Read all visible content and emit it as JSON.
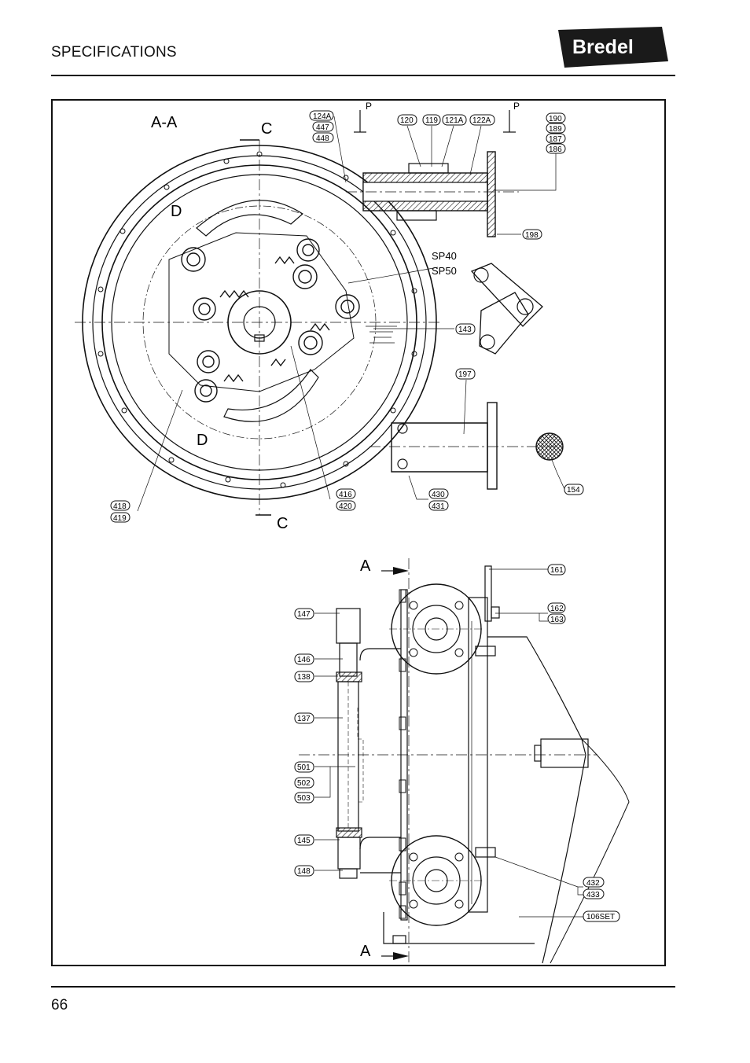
{
  "header": {
    "title": "SPECIFICATIONS",
    "logo_text": "Bredel"
  },
  "footer": {
    "page_number": "66"
  },
  "drawing": {
    "section_labels": {
      "aa": "A-A",
      "c_top": "C",
      "c_bottom": "C",
      "d_top": "D",
      "d_bottom": "D",
      "p_left": "P",
      "p_right": "P",
      "a_top": "A",
      "a_bottom": "A",
      "sp40": "SP40",
      "sp50": "SP50"
    },
    "callouts": {
      "c124A": "124A",
      "c447": "447",
      "c448": "448",
      "c120": "120",
      "c119": "119",
      "c121A": "121A",
      "c122A": "122A",
      "c190": "190",
      "c189": "189",
      "c187": "187",
      "c186": "186",
      "c198": "198",
      "c143": "143",
      "c197": "197",
      "c154": "154",
      "c416": "416",
      "c420": "420",
      "c418": "418",
      "c419": "419",
      "c430": "430",
      "c431": "431",
      "c161": "161",
      "c162": "162",
      "c163": "163",
      "c147": "147",
      "c146": "146",
      "c138": "138",
      "c137": "137",
      "c501": "501",
      "c502": "502",
      "c503": "503",
      "c145": "145",
      "c148": "148",
      "c432": "432",
      "c433": "433",
      "c106SET": "106SET"
    }
  }
}
